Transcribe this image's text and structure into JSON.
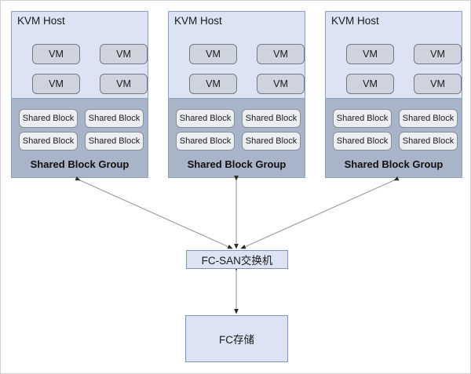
{
  "diagram": {
    "title_text": "",
    "colors": {
      "host_fill": "#dce3f2",
      "host_border": "#8fa0bd",
      "shared_group_fill": "#a8b4c8",
      "vm_fill": "#ced3dd",
      "vm_border": "#73798a",
      "shared_block_fill": "#eceef1",
      "shared_block_border": "#8a8f9c",
      "node_fill": "#dce3f2",
      "node_border": "#7f93b5",
      "connector": "#9a9a9a",
      "canvas_border": "#d0d0d0"
    },
    "hosts": [
      {
        "title": "KVM Host",
        "vms": [
          "VM",
          "VM",
          "VM",
          "VM"
        ],
        "shared_blocks": [
          "Shared Block",
          "Shared Block",
          "Shared Block",
          "Shared Block"
        ],
        "group_label": "Shared Block Group"
      },
      {
        "title": "KVM Host",
        "vms": [
          "VM",
          "VM",
          "VM",
          "VM"
        ],
        "shared_blocks": [
          "Shared Block",
          "Shared Block",
          "Shared Block",
          "Shared Block"
        ],
        "group_label": "Shared Block Group"
      },
      {
        "title": "KVM Host",
        "vms": [
          "VM",
          "VM",
          "VM",
          "VM"
        ],
        "shared_blocks": [
          "Shared Block",
          "Shared Block",
          "Shared Block",
          "Shared Block"
        ],
        "group_label": "Shared Block Group"
      }
    ],
    "switch": {
      "label": "FC-SAN交换机"
    },
    "storage": {
      "label": "FC存储"
    },
    "connections": [
      {
        "from": "host-1",
        "to": "fc-san-switch",
        "style": "double-arrow"
      },
      {
        "from": "host-2",
        "to": "fc-san-switch",
        "style": "double-arrow"
      },
      {
        "from": "host-3",
        "to": "fc-san-switch",
        "style": "double-arrow"
      },
      {
        "from": "fc-san-switch",
        "to": "fc-storage",
        "style": "double-arrow"
      }
    ]
  }
}
